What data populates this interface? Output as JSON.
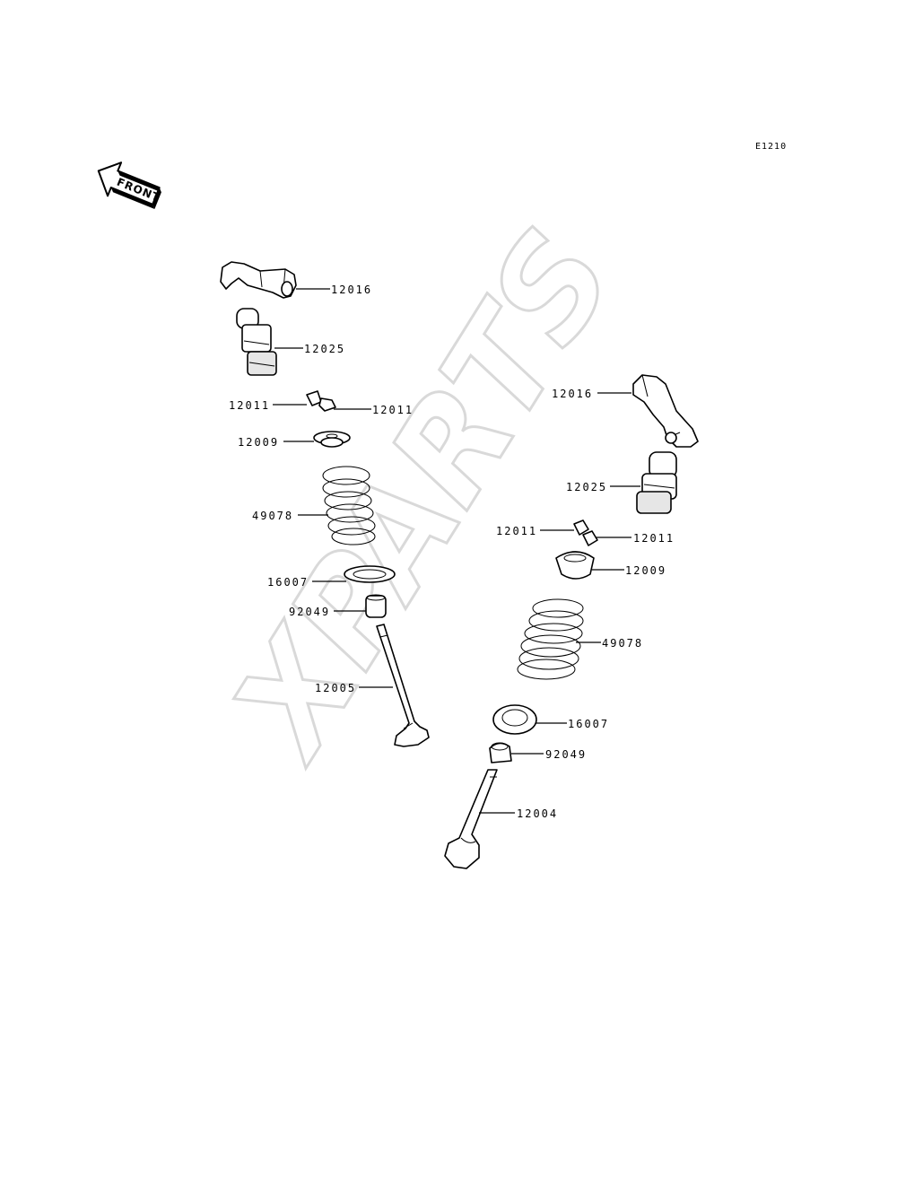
{
  "diagram_code": "E1210",
  "front_label": "FRONT",
  "watermark": "XPARTS",
  "callouts": {
    "l_12016": "12016",
    "l_12025": "12025",
    "l_12011a": "12011",
    "l_12011b": "12011",
    "l_12009": "12009",
    "l_49078": "49078",
    "l_16007": "16007",
    "l_92049": "92049",
    "l_12005": "12005",
    "r_12016": "12016",
    "r_12025": "12025",
    "r_12011a": "12011",
    "r_12011b": "12011",
    "r_12009": "12009",
    "r_49078": "49078",
    "r_16007": "16007",
    "r_92049": "92049",
    "r_12004": "12004"
  }
}
